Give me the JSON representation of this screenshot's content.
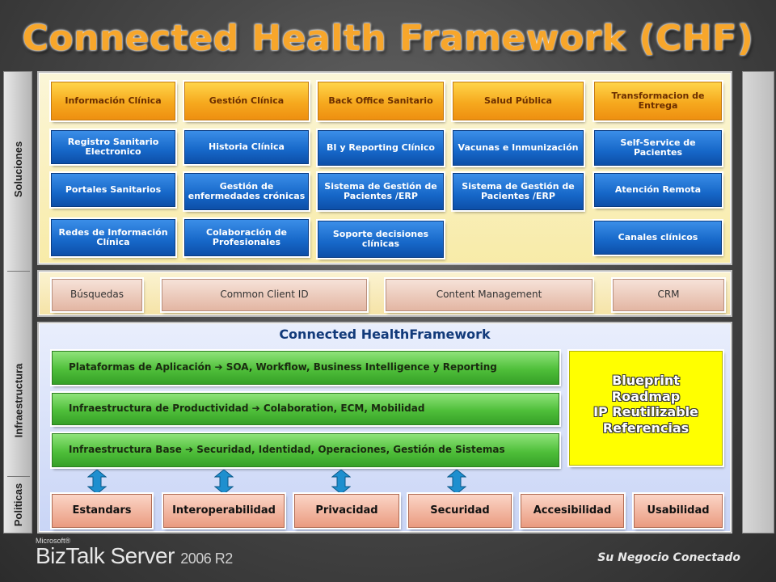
{
  "title": "Connected Health Framework (CHF)",
  "sidebar": {
    "soluciones": "Soluciones",
    "infraestructura": "Infraestructura",
    "politicas": "Politicas"
  },
  "soluciones": {
    "headers": [
      "Información Clínica",
      "Gestión Clínica",
      "Back Office Sanitario",
      "Salud Pública",
      "Transformacion de Entrega"
    ],
    "col1": [
      "Registro Sanitario Electronico",
      "Portales Sanitarios",
      "Redes de Información Clínica"
    ],
    "col2": [
      "Historia Clínica",
      "Gestión de enfermedades crónicas",
      "Colaboración de Profesionales"
    ],
    "col3": [
      "BI y Reporting Clínico",
      "Sistema de Gestión de Pacientes /ERP",
      "Soporte decisiones clínicas"
    ],
    "col4": [
      "Vacunas e Inmunización",
      "Sistema de Gestión de Pacientes /ERP"
    ],
    "col5": [
      "Self-Service de Pacientes",
      "Atención Remota",
      "Canales clínicos"
    ]
  },
  "middle": [
    "Búsquedas",
    "Common Client ID",
    "Content Management",
    "CRM"
  ],
  "chf": {
    "title": "Connected HealthFramework",
    "layers": [
      "Plataformas de Aplicación ➔ SOA, Workflow, Business Intelligence y Reporting",
      "Infraestructura de Productividad ➔ Colaboration, ECM, Mobilidad",
      "Infraestructura Base ➔ Securidad, Identidad, Operaciones, Gestión de Sistemas"
    ],
    "blueprint": [
      "Blueprint",
      "Roadmap",
      "IP Reutilizable",
      "Referencias"
    ]
  },
  "politicas": [
    "Estandars",
    "Interoperabilidad",
    "Privacidad",
    "Securidad",
    "Accesibilidad",
    "Usabilidad"
  ],
  "footer": {
    "microsoft": "Microsoft®",
    "product": "BizTalk Server",
    "version": "2006 R2",
    "tagline": "Su Negocio Conectado"
  },
  "colors": {
    "title": "#f7a62b",
    "orange": "#f6a91e",
    "blue": "#1667c8",
    "green": "#4fbf3a",
    "yellow": "#ffff00",
    "arrow": "#1e8fcf"
  }
}
